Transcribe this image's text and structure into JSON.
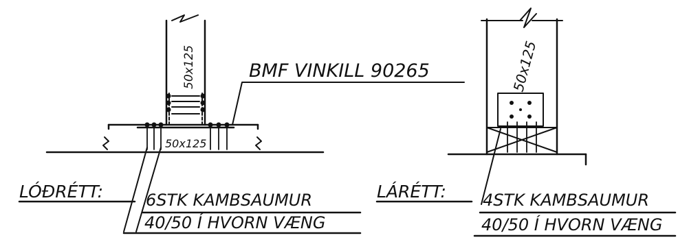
{
  "left_detail": {
    "post_size": "50x125",
    "bracket_callout": "BMF VINKILL 90265",
    "plate_size": "50x125",
    "orientation_label": "LÓÐRÉTT:",
    "fastener_line1": "6STK KAMBSAUMUR",
    "fastener_line2": "40/50 Í HVORN VÆNG"
  },
  "right_detail": {
    "post_size": "50x125",
    "orientation_label": "LÁRÉTT:",
    "fastener_line1": "4STK KAMBSAUMUR",
    "fastener_line2": "40/50 Í HVORN VÆNG"
  },
  "colors": {
    "ink": "#111111",
    "paper": "#ffffff"
  }
}
